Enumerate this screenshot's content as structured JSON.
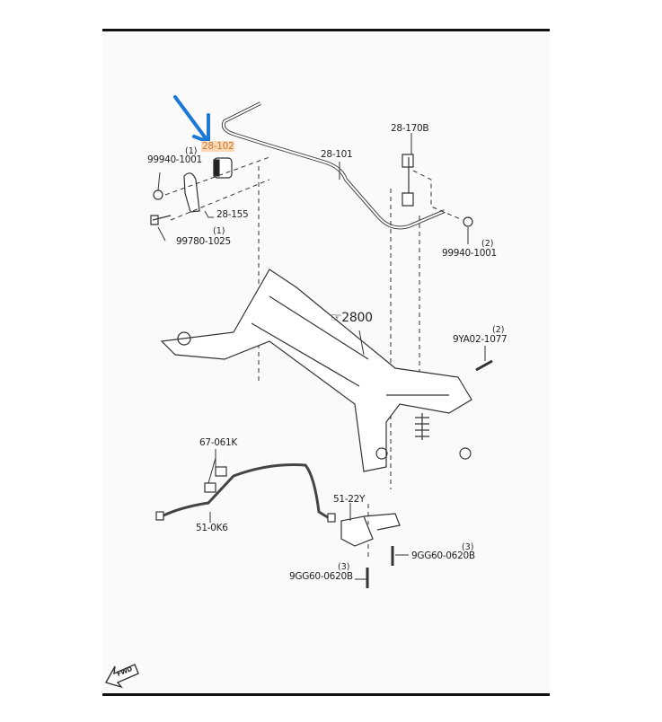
{
  "colors": {
    "arrow": "#1e78d6",
    "highlight": "#fbd9b5",
    "highlight_text": "#c77a3a"
  },
  "labels": {
    "p28_102": "28-102",
    "p99940_1001_a": "99940-1001",
    "q99940_1001_a": "(1)",
    "p28_155": "28-155",
    "p99780_1025": "99780-1025",
    "q99780_1025": "(1)",
    "p28_101": "28-101",
    "p28_170B": "28-170B",
    "p99940_1001_b": "99940-1001",
    "q99940_1001_b": "(2)",
    "p2800": "2800",
    "p9YA02_1077": "9YA02-1077",
    "q9YA02_1077": "(2)",
    "p67_061K": "67-061K",
    "p51_0K6": "51-0K6",
    "p51_22Y": "51-22Y",
    "p9GG60_0620B_a": "9GG60-0620B",
    "q9GG60_0620B_a": "(3)",
    "p9GG60_0620B_b": "9GG60-0620B",
    "q9GG60_0620B_b": "(3)",
    "fwd": "FWD"
  }
}
